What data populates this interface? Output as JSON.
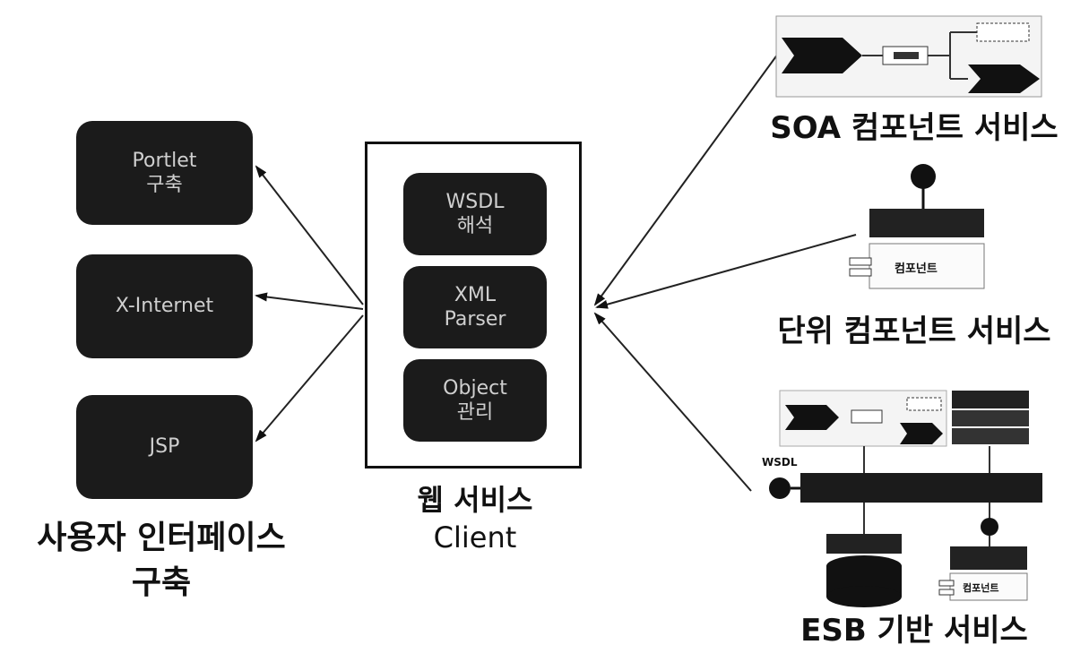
{
  "left_boxes": [
    {
      "line1": "Portlet",
      "line2": "구축"
    },
    {
      "line1": "X-Internet",
      "line2": ""
    },
    {
      "line1": "JSP",
      "line2": ""
    }
  ],
  "left_caption": {
    "line1": "사용자 인터페이스",
    "line2": "구축"
  },
  "client_boxes": [
    {
      "line1": "WSDL",
      "line2": "해석"
    },
    {
      "line1": "XML",
      "line2": "Parser"
    },
    {
      "line1": "Object",
      "line2": "관리"
    }
  ],
  "client_caption": {
    "line1": "웹 서비스",
    "line2": "Client"
  },
  "right_captions": {
    "soa": "SOA 컴포넌트 서비스",
    "unit": "단위 컴포넌트 서비스",
    "esb": "ESB 기반 서비스"
  },
  "thumbnails": {
    "unit_component_label": "컴포넌트",
    "esb_wsdl_label": "WSDL",
    "esb_component_label": "컴포넌트"
  }
}
